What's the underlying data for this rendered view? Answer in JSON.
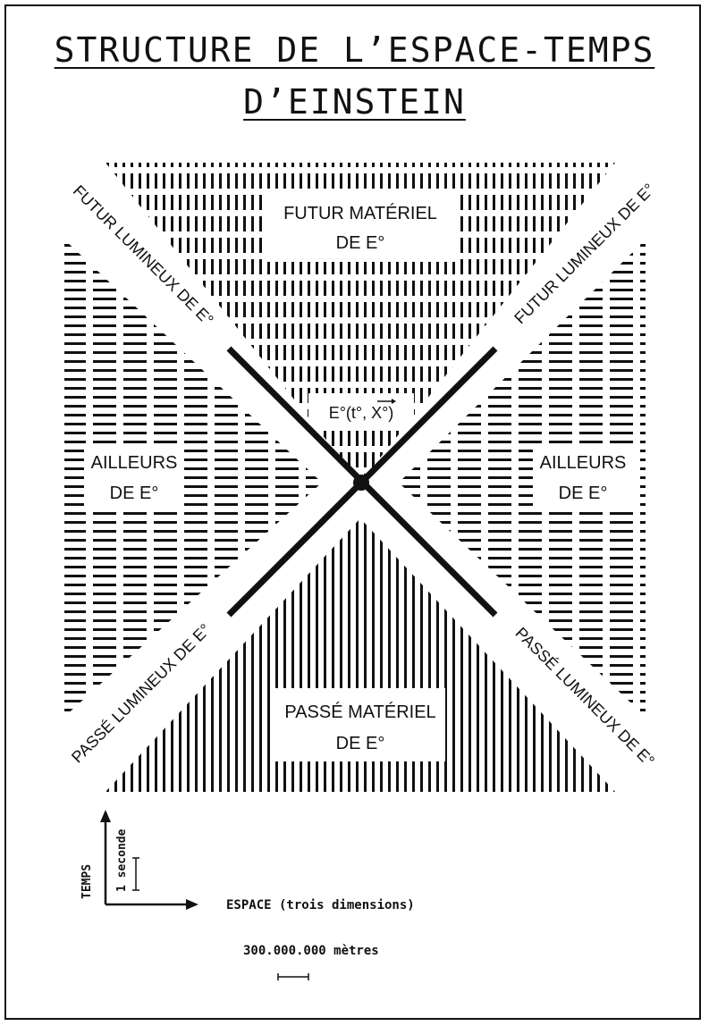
{
  "title": {
    "line1": "STRUCTURE DE L’ESPACE-TEMPS",
    "line2": "D’EINSTEIN"
  },
  "regions": {
    "future": {
      "line1": "FUTUR MATÉRIEL",
      "line2": "DE E°"
    },
    "past": {
      "line1": "PASSÉ MATÉRIEL",
      "line2": "DE E°"
    },
    "elsewhere_left": {
      "line1": "AILLEURS",
      "line2": "DE E°"
    },
    "elsewhere_right": {
      "line1": "AILLEURS",
      "line2": "DE E°"
    }
  },
  "cone_labels": {
    "future_left": "FUTUR LUMINEUX DE E°",
    "future_right": "FUTUR LUMINEUX DE E°",
    "past_left": "PASSÉ LUMINEUX DE E°",
    "past_right": "PASSÉ LUMINEUX DE E°"
  },
  "event": {
    "label_prefix": "E°(t°, ",
    "label_vector": "X",
    "label_suffix": "°)"
  },
  "axes": {
    "time_label": "TEMPS",
    "time_scale": "1 seconde",
    "space_label": "ESPACE (trois dimensions)",
    "space_scale": "300.000.000 mètres"
  },
  "colors": {
    "ink": "#111111",
    "paper": "#ffffff"
  }
}
